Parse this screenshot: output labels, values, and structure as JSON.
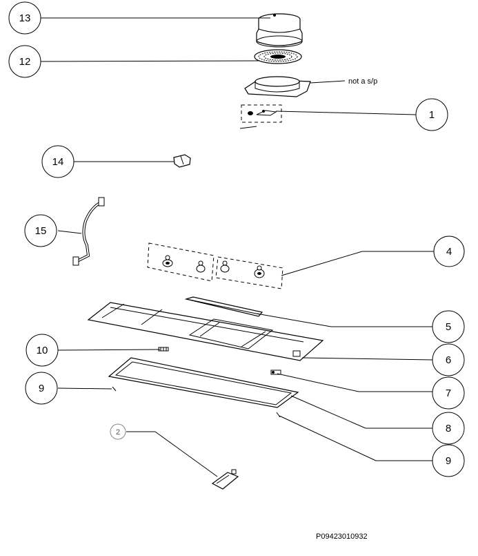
{
  "callouts": [
    {
      "id": "c13",
      "label": "13"
    },
    {
      "id": "c12",
      "label": "12"
    },
    {
      "id": "c1",
      "label": "1"
    },
    {
      "id": "c14",
      "label": "14"
    },
    {
      "id": "c15",
      "label": "15"
    },
    {
      "id": "c4",
      "label": "4"
    },
    {
      "id": "c5",
      "label": "5"
    },
    {
      "id": "c10",
      "label": "10"
    },
    {
      "id": "c6",
      "label": "6"
    },
    {
      "id": "c9a",
      "label": "9"
    },
    {
      "id": "c7",
      "label": "7"
    },
    {
      "id": "c8",
      "label": "8"
    },
    {
      "id": "c2",
      "label": "2"
    },
    {
      "id": "c9b",
      "label": "9"
    }
  ],
  "note": "not a s/p",
  "diagram_code": "P09423010932"
}
